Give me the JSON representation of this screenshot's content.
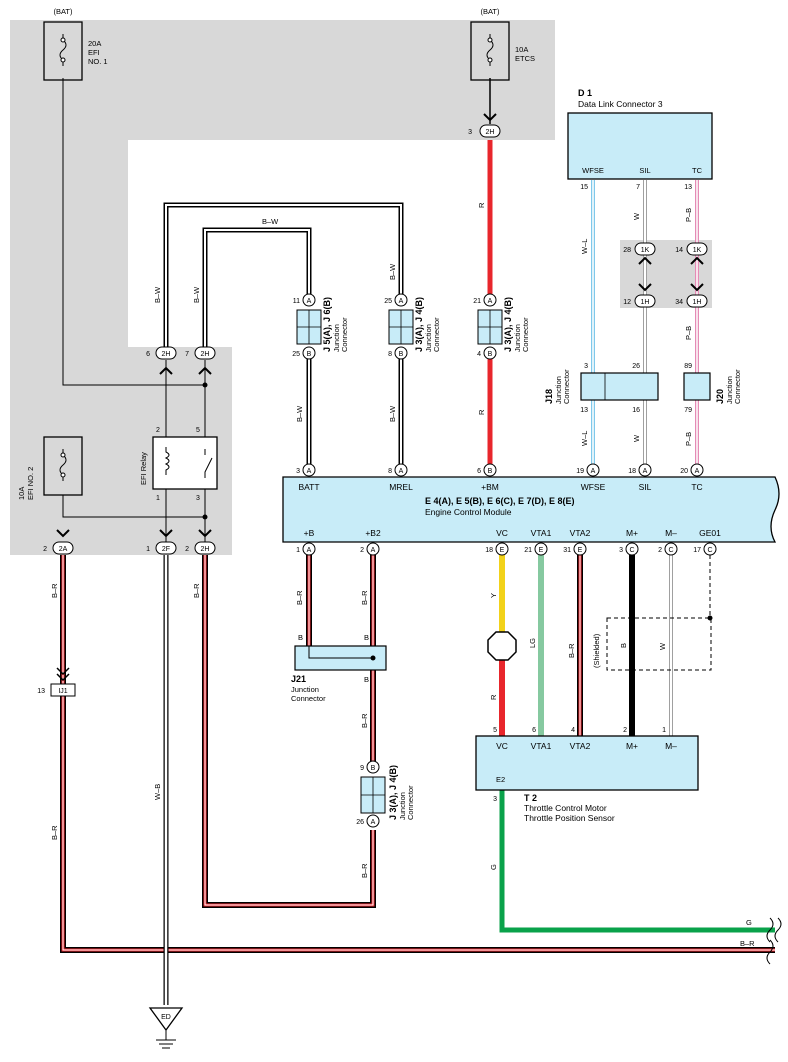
{
  "diagram": {
    "colors": {
      "shade": "#d8d8d8",
      "box_fill": "#c8ecf8",
      "red": "#e8262c",
      "yellow": "#f2d21a",
      "light_green": "#86c9a0",
      "green": "#0aa24a",
      "pink": "#e58bb5",
      "light_blue": "#7fc8ea"
    },
    "bat_left": "(BAT)",
    "bat_right": "(BAT)",
    "fuse_efi1": {
      "amp": "20A",
      "line2": "EFI",
      "line3": "NO. 1"
    },
    "fuse_etcs": {
      "amp": "10A",
      "line2": "ETCS"
    },
    "fuse_efi2": {
      "amp": "10A",
      "line2": "EFI NO. 2"
    },
    "efi_relay": {
      "label": "EFI Relay",
      "pin2": "2",
      "pin5": "5",
      "pin1": "1",
      "pin3": "3"
    },
    "dlc": {
      "id": "D 1",
      "name": "Data Link Connector 3",
      "pins": [
        "WFSE",
        "SIL",
        "TC"
      ],
      "pin_nums": [
        "15",
        "7",
        "13"
      ]
    },
    "ecm": {
      "title": "E 4(A), E 5(B), E 6(C), E 7(D), E 8(E)",
      "subtitle": "Engine Control Module",
      "top_pins": [
        "BATT",
        "MREL",
        "+BM",
        "WFSE",
        "SIL",
        "TC"
      ],
      "top_nums": [
        "3",
        "8",
        "6",
        "19",
        "18",
        "20"
      ],
      "top_letters": [
        "A",
        "A",
        "B",
        "A",
        "A",
        "A"
      ],
      "bottom_pins": [
        "+B",
        "+B2",
        "VC",
        "VTA1",
        "VTA2",
        "M+",
        "M–",
        "GE01"
      ],
      "bottom_nums": [
        "1",
        "2",
        "18",
        "21",
        "31",
        "3",
        "2",
        "17"
      ],
      "bottom_letters": [
        "A",
        "A",
        "E",
        "E",
        "E",
        "C",
        "C",
        "C"
      ]
    },
    "throttle": {
      "id": "T 2",
      "line1": "Throttle Control Motor",
      "line2": "Throttle Position Sensor",
      "pins": [
        "VC",
        "VTA1",
        "VTA2",
        "M+",
        "M–"
      ],
      "pin_nums": [
        "5",
        "6",
        "4",
        "2",
        "1"
      ],
      "e2": "E2",
      "e2_num": "3"
    },
    "jc1": {
      "label": "J 5(A), J 6(B)",
      "sub1": "Junction",
      "sub2": "Connector",
      "n_top": "11",
      "l_top": "A",
      "n_bot": "25",
      "l_bot": "B"
    },
    "jc2": {
      "label": "J 3(A), J 4(B)",
      "sub1": "Junction",
      "sub2": "Connector",
      "n_top": "25",
      "l_top": "A",
      "n_bot": "8",
      "l_bot": "B"
    },
    "jc3": {
      "label": "J 3(A), J 4(B)",
      "sub1": "Junction",
      "sub2": "Connector",
      "n_top": "21",
      "l_top": "A",
      "n_bot": "4",
      "l_bot": "B"
    },
    "jc4": {
      "label": "J 3(A), J 4(B)",
      "sub1": "Junction",
      "sub2": "Connector",
      "n_top": "9",
      "l_top": "B",
      "n_bot": "26",
      "l_bot": "A"
    },
    "j18": {
      "id": "J18",
      "sub1": "Junction",
      "sub2": "Connector",
      "top_nums": [
        "3",
        "26"
      ],
      "bot_nums": [
        "13",
        "16"
      ]
    },
    "j20": {
      "id": "J20",
      "sub1": "Junction",
      "sub2": "Connector",
      "top_num": "89",
      "bot_num": "79"
    },
    "j21": {
      "id": "J21",
      "line1": "Junction",
      "line2": "Connector",
      "pin": "B"
    },
    "ij1": {
      "num": "13",
      "label": "IJ1"
    },
    "ground": "ED",
    "conn_2h_top": {
      "num": "3",
      "label": "2H"
    },
    "conn_2h_left": {
      "num": "6",
      "label": "2H"
    },
    "conn_2h_right": {
      "num": "7",
      "label": "2H"
    },
    "conn_2a": {
      "num": "2",
      "label": "2A"
    },
    "conn_2f": {
      "num": "1",
      "label": "2F"
    },
    "conn_2h_low": {
      "num": "2",
      "label": "2H"
    },
    "conn_1k_w": {
      "num": "28",
      "label": "1K"
    },
    "conn_1k_pb": {
      "num": "14",
      "label": "1K"
    },
    "conn_1h_w": {
      "num": "12",
      "label": "1H"
    },
    "conn_1h_pb": {
      "num": "34",
      "label": "1H"
    },
    "shielded": "(Shielded)",
    "wires": {
      "bw": "B–W",
      "r": "R",
      "wl": "W–L",
      "w": "W",
      "pb": "P–B",
      "br": "B–R",
      "wb": "W–B",
      "y": "Y",
      "lg": "LG",
      "b": "B",
      "g": "G"
    }
  }
}
